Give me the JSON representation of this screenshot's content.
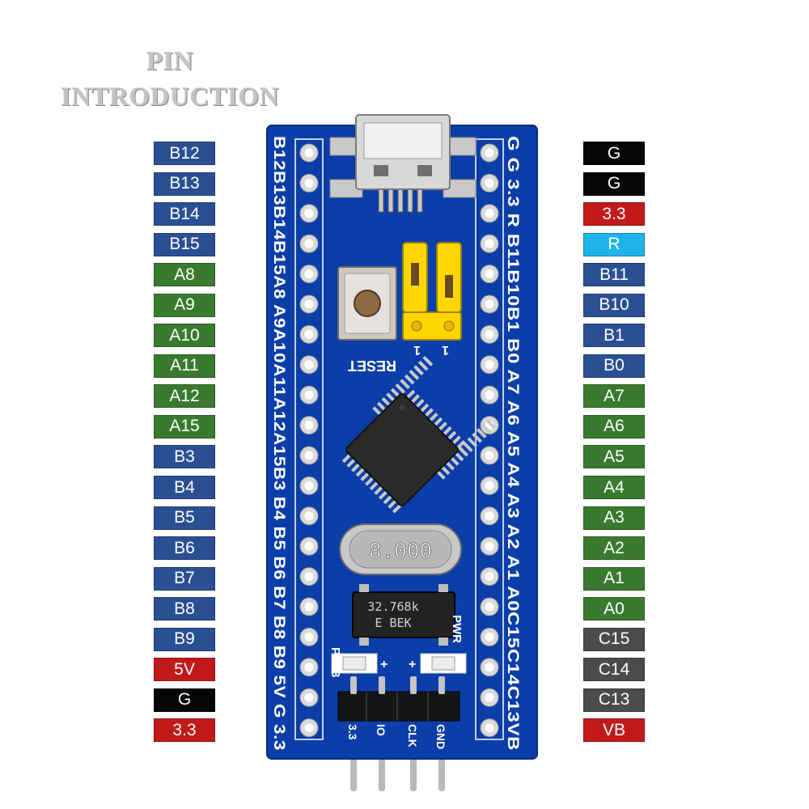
{
  "title": {
    "line1": "PIN",
    "line2": "INTRODUCTION"
  },
  "colors": {
    "B": "#2b4f93",
    "A": "#3a7a2f",
    "P": "#c21a1a",
    "G": "#050505",
    "R": "#1eb4ea",
    "C": "#4b4b4b",
    "pcb": "#0b3ea8",
    "silkscreen": "#ffffff"
  },
  "left_pins": [
    {
      "label": "B12",
      "type": "B"
    },
    {
      "label": "B13",
      "type": "B"
    },
    {
      "label": "B14",
      "type": "B"
    },
    {
      "label": "B15",
      "type": "B"
    },
    {
      "label": "A8",
      "type": "A"
    },
    {
      "label": "A9",
      "type": "A"
    },
    {
      "label": "A10",
      "type": "A"
    },
    {
      "label": "A11",
      "type": "A"
    },
    {
      "label": "A12",
      "type": "A"
    },
    {
      "label": "A15",
      "type": "A"
    },
    {
      "label": "B3",
      "type": "B"
    },
    {
      "label": "B4",
      "type": "B"
    },
    {
      "label": "B5",
      "type": "B"
    },
    {
      "label": "B6",
      "type": "B"
    },
    {
      "label": "B7",
      "type": "B"
    },
    {
      "label": "B8",
      "type": "B"
    },
    {
      "label": "B9",
      "type": "B"
    },
    {
      "label": "5V",
      "type": "P"
    },
    {
      "label": "G",
      "type": "G"
    },
    {
      "label": "3.3",
      "type": "P"
    }
  ],
  "right_pins": [
    {
      "label": "G",
      "type": "G"
    },
    {
      "label": "G",
      "type": "G"
    },
    {
      "label": "3.3",
      "type": "P"
    },
    {
      "label": "R",
      "type": "R"
    },
    {
      "label": "B11",
      "type": "B"
    },
    {
      "label": "B10",
      "type": "B"
    },
    {
      "label": "B1",
      "type": "B"
    },
    {
      "label": "B0",
      "type": "B"
    },
    {
      "label": "A7",
      "type": "A"
    },
    {
      "label": "A6",
      "type": "A"
    },
    {
      "label": "A5",
      "type": "A"
    },
    {
      "label": "A4",
      "type": "A"
    },
    {
      "label": "A3",
      "type": "A"
    },
    {
      "label": "A2",
      "type": "A"
    },
    {
      "label": "A1",
      "type": "A"
    },
    {
      "label": "A0",
      "type": "A"
    },
    {
      "label": "C15",
      "type": "C"
    },
    {
      "label": "C14",
      "type": "C"
    },
    {
      "label": "C13",
      "type": "C"
    },
    {
      "label": "VB",
      "type": "P"
    }
  ],
  "board": {
    "left_silk": "B12B13B14B15A8 A9A10A11A12A15B3 B4 B5 B6 B7 B8 B9 5V G 3.3",
    "right_silk": "G G 3.3 R B11B10B1 B0 A7 A6 A5 A4 A3 A2 A1 A0C15C14C13VB",
    "reset_label": "RESET",
    "crystal_main": "8.000",
    "crystal_rtc": "32.768k",
    "crystal_rtc_sub": "E  BEK",
    "led_pc13": "PC13",
    "led_pwr": "PWR",
    "plus": "+",
    "jumper_label_1": "1",
    "jumper_label_2": "1",
    "swd_pins": [
      "3.3",
      "IO",
      "CLK",
      "GND"
    ]
  }
}
